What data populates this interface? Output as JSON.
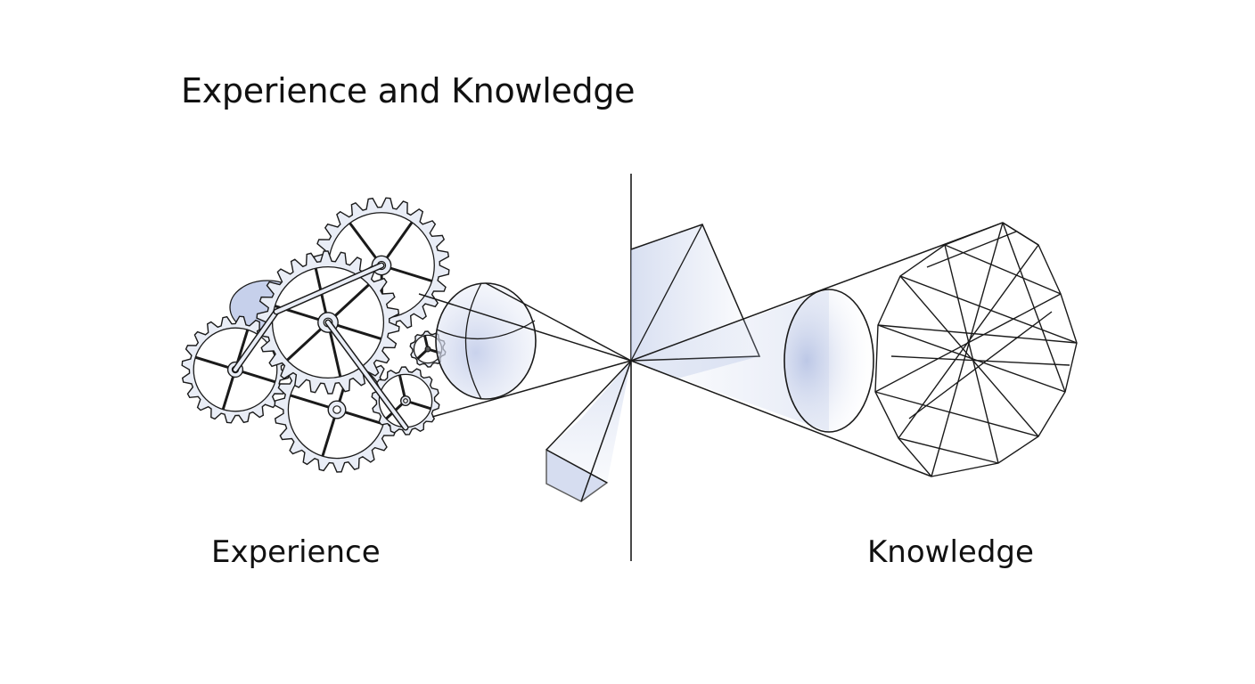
{
  "diagram": {
    "title": "Experience and Knowledge",
    "left_label": "Experience",
    "right_label": "Knowledge",
    "stroke_color": "#1a1a1a",
    "gear_fill": "#e9edf6",
    "shade_color": "#b9c6e6"
  }
}
